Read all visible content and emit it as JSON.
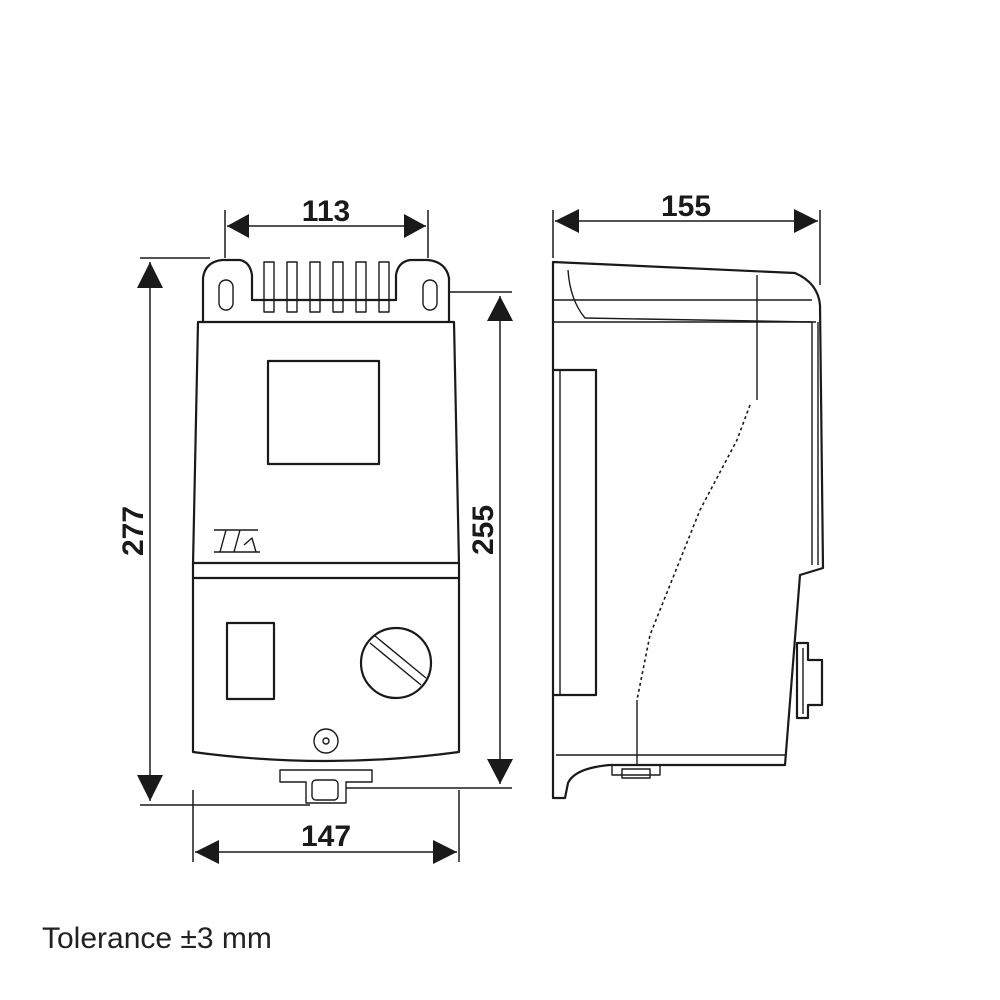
{
  "dimensions": {
    "front_top_width": "113",
    "front_bottom_width": "147",
    "front_overall_height": "277",
    "front_body_height": "255",
    "side_depth": "155"
  },
  "note": "Tolerance ±3 mm"
}
